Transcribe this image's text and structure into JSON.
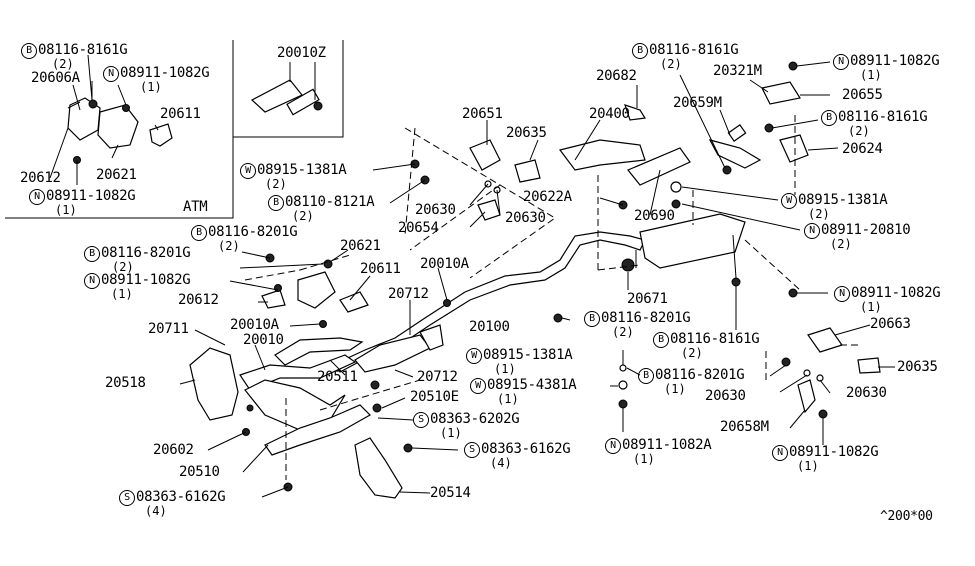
{
  "inset_labels": {
    "atm": "ATM"
  },
  "footer_code": "^200*00",
  "callouts": [
    {
      "key": "c1",
      "prefix": "B",
      "code": "08116-8161G",
      "qty": "(2)"
    },
    {
      "key": "c2",
      "prefix": "",
      "code": "20606A",
      "qty": ""
    },
    {
      "key": "c3",
      "prefix": "N",
      "code": "08911-1082G",
      "qty": "(1)"
    },
    {
      "key": "c4",
      "prefix": "",
      "code": "20611",
      "qty": ""
    },
    {
      "key": "c5",
      "prefix": "",
      "code": "20612",
      "qty": ""
    },
    {
      "key": "c6",
      "prefix": "",
      "code": "20621",
      "qty": ""
    },
    {
      "key": "c7",
      "prefix": "N",
      "code": "08911-1082G",
      "qty": "(1)"
    },
    {
      "key": "c8",
      "prefix": "",
      "code": "20010Z",
      "qty": ""
    },
    {
      "key": "c9",
      "prefix": "W",
      "code": "08915-1381A",
      "qty": "(2)"
    },
    {
      "key": "c10",
      "prefix": "B",
      "code": "08110-8121A",
      "qty": "(2)"
    },
    {
      "key": "c11",
      "prefix": "",
      "code": "20651",
      "qty": ""
    },
    {
      "key": "c12",
      "prefix": "",
      "code": "20400",
      "qty": ""
    },
    {
      "key": "c13",
      "prefix": "",
      "code": "20635",
      "qty": ""
    },
    {
      "key": "c14",
      "prefix": "",
      "code": "20630",
      "qty": ""
    },
    {
      "key": "c15",
      "prefix": "",
      "code": "20630",
      "qty": ""
    },
    {
      "key": "c16",
      "prefix": "",
      "code": "20654",
      "qty": ""
    },
    {
      "key": "c17",
      "prefix": "",
      "code": "20622A",
      "qty": ""
    },
    {
      "key": "c18",
      "prefix": "",
      "code": "20682",
      "qty": ""
    },
    {
      "key": "c19",
      "prefix": "B",
      "code": "08116-8161G",
      "qty": "(2)"
    },
    {
      "key": "c20",
      "prefix": "",
      "code": "20321M",
      "qty": ""
    },
    {
      "key": "c21",
      "prefix": "N",
      "code": "08911-1082G",
      "qty": "(1)"
    },
    {
      "key": "c22",
      "prefix": "",
      "code": "20655",
      "qty": ""
    },
    {
      "key": "c23",
      "prefix": "",
      "code": "20659M",
      "qty": ""
    },
    {
      "key": "c24",
      "prefix": "B",
      "code": "08116-8161G",
      "qty": "(2)"
    },
    {
      "key": "c25",
      "prefix": "",
      "code": "20624",
      "qty": ""
    },
    {
      "key": "c26",
      "prefix": "W",
      "code": "08915-1381A",
      "qty": "(2)"
    },
    {
      "key": "c27",
      "prefix": "",
      "code": "20690",
      "qty": ""
    },
    {
      "key": "c28",
      "prefix": "N",
      "code": "08911-20810",
      "qty": "(2)"
    },
    {
      "key": "c29",
      "prefix": "B",
      "code": "08116-8201G",
      "qty": "(2)"
    },
    {
      "key": "c30",
      "prefix": "B",
      "code": "08116-8201G",
      "qty": "(2)"
    },
    {
      "key": "c31",
      "prefix": "",
      "code": "20621",
      "qty": ""
    },
    {
      "key": "c32",
      "prefix": "N",
      "code": "08911-1082G",
      "qty": "(1)"
    },
    {
      "key": "c33",
      "prefix": "",
      "code": "20611",
      "qty": ""
    },
    {
      "key": "c34",
      "prefix": "",
      "code": "20612",
      "qty": ""
    },
    {
      "key": "c35",
      "prefix": "",
      "code": "20010A",
      "qty": ""
    },
    {
      "key": "c36",
      "prefix": "",
      "code": "20712",
      "qty": ""
    },
    {
      "key": "c37",
      "prefix": "",
      "code": "20010A",
      "qty": ""
    },
    {
      "key": "c38",
      "prefix": "",
      "code": "20100",
      "qty": ""
    },
    {
      "key": "c39",
      "prefix": "",
      "code": "20671",
      "qty": ""
    },
    {
      "key": "c40",
      "prefix": "B",
      "code": "08116-8201G",
      "qty": "(2)"
    },
    {
      "key": "c41",
      "prefix": "N",
      "code": "08911-1082G",
      "qty": "(1)"
    },
    {
      "key": "c42",
      "prefix": "",
      "code": "20663",
      "qty": ""
    },
    {
      "key": "c43",
      "prefix": "B",
      "code": "08116-8161G",
      "qty": "(2)"
    },
    {
      "key": "c44",
      "prefix": "",
      "code": "20635",
      "qty": ""
    },
    {
      "key": "c45",
      "prefix": "",
      "code": "20711",
      "qty": ""
    },
    {
      "key": "c46",
      "prefix": "",
      "code": "20010",
      "qty": ""
    },
    {
      "key": "c47",
      "prefix": "",
      "code": "20511",
      "qty": ""
    },
    {
      "key": "c48",
      "prefix": "",
      "code": "20712",
      "qty": ""
    },
    {
      "key": "c49",
      "prefix": "W",
      "code": "08915-1381A",
      "qty": "(1)"
    },
    {
      "key": "c50",
      "prefix": "B",
      "code": "08116-8201G",
      "qty": "(1)"
    },
    {
      "key": "c51",
      "prefix": "",
      "code": "20630",
      "qty": ""
    },
    {
      "key": "c52",
      "prefix": "",
      "code": "20630",
      "qty": ""
    },
    {
      "key": "c53",
      "prefix": "",
      "code": "20518",
      "qty": ""
    },
    {
      "key": "c54",
      "prefix": "",
      "code": "20510E",
      "qty": ""
    },
    {
      "key": "c55",
      "prefix": "W",
      "code": "08915-4381A",
      "qty": "(1)"
    },
    {
      "key": "c56",
      "prefix": "S",
      "code": "08363-6202G",
      "qty": "(1)"
    },
    {
      "key": "c57",
      "prefix": "",
      "code": "20658M",
      "qty": ""
    },
    {
      "key": "c58",
      "prefix": "",
      "code": "20602",
      "qty": ""
    },
    {
      "key": "c59",
      "prefix": "N",
      "code": "08911-1082A",
      "qty": "(1)"
    },
    {
      "key": "c60",
      "prefix": "N",
      "code": "08911-1082G",
      "qty": "(1)"
    },
    {
      "key": "c61",
      "prefix": "S",
      "code": "08363-6162G",
      "qty": "(4)"
    },
    {
      "key": "c62",
      "prefix": "",
      "code": "20510",
      "qty": ""
    },
    {
      "key": "c63",
      "prefix": "",
      "code": "20514",
      "qty": ""
    },
    {
      "key": "c64",
      "prefix": "S",
      "code": "08363-6162G",
      "qty": "(4)"
    }
  ]
}
